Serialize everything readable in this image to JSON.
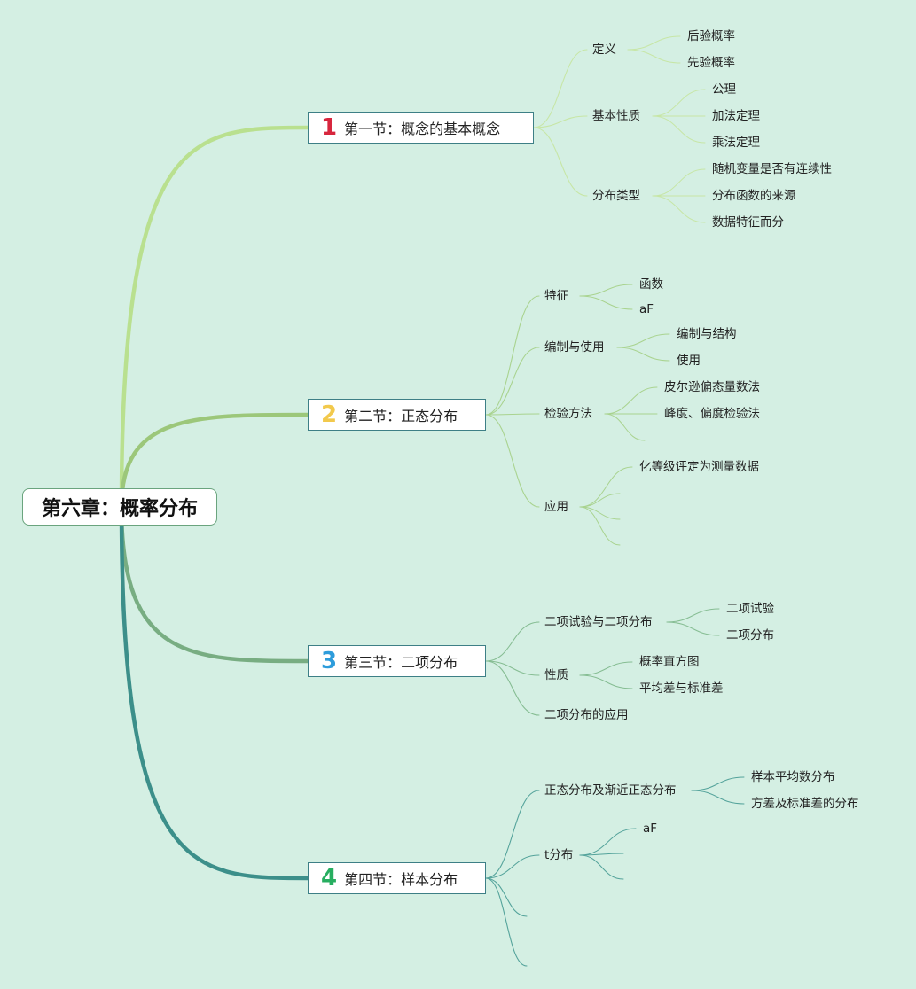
{
  "root": {
    "label": "第六章：概率分布"
  },
  "sections": [
    {
      "num": "1",
      "num_color": "#d7263d",
      "label": "第一节：概念的基本概念",
      "children": [
        {
          "label": "定义",
          "children": [
            "后验概率",
            "先验概率"
          ]
        },
        {
          "label": "基本性质",
          "children": [
            "公理",
            "加法定理",
            "乘法定理"
          ]
        },
        {
          "label": "分布类型",
          "children": [
            "随机变量是否有连续性",
            "分布函数的来源",
            "数据特征而分"
          ]
        }
      ]
    },
    {
      "num": "2",
      "num_color": "#f2c94c",
      "label": "第二节：正态分布",
      "children": [
        {
          "label": "特征",
          "children": [
            "函数",
            "aF"
          ]
        },
        {
          "label": "编制与使用",
          "children": [
            "编制与结构",
            "使用"
          ]
        },
        {
          "label": "检验方法",
          "children": [
            "皮尔逊偏态量数法",
            "峰度、偏度检验法",
            ""
          ]
        },
        {
          "label": "应用",
          "children": [
            "化等级评定为测量数据",
            "",
            "",
            ""
          ]
        }
      ]
    },
    {
      "num": "3",
      "num_color": "#2d9cdb",
      "label": "第三节：二项分布",
      "children": [
        {
          "label": "二项试验与二项分布",
          "children": [
            "二项试验",
            "二项分布"
          ]
        },
        {
          "label": "性质",
          "children": [
            "概率直方图",
            "平均差与标准差"
          ]
        },
        {
          "label": "二项分布的应用",
          "children": []
        }
      ]
    },
    {
      "num": "4",
      "num_color": "#27ae60",
      "label": "第四节：样本分布",
      "children": [
        {
          "label": "正态分布及渐近正态分布",
          "children": [
            "样本平均数分布",
            "方差及标准差的分布"
          ]
        },
        {
          "label": "t分布",
          "children": [
            "aF",
            "",
            ""
          ]
        },
        {
          "label": "",
          "children": []
        },
        {
          "label": "",
          "children": []
        }
      ]
    }
  ],
  "colors": {
    "background": "#d4efe3",
    "branch1": "#b9e08f",
    "branch2": "#9cc77a",
    "branch3": "#78ad82",
    "branch4": "#3c8f8a",
    "leaf1": "#c7e6a6",
    "leaf2": "#a9d38f",
    "leaf3": "#86bd93",
    "leaf4": "#54a39b"
  }
}
